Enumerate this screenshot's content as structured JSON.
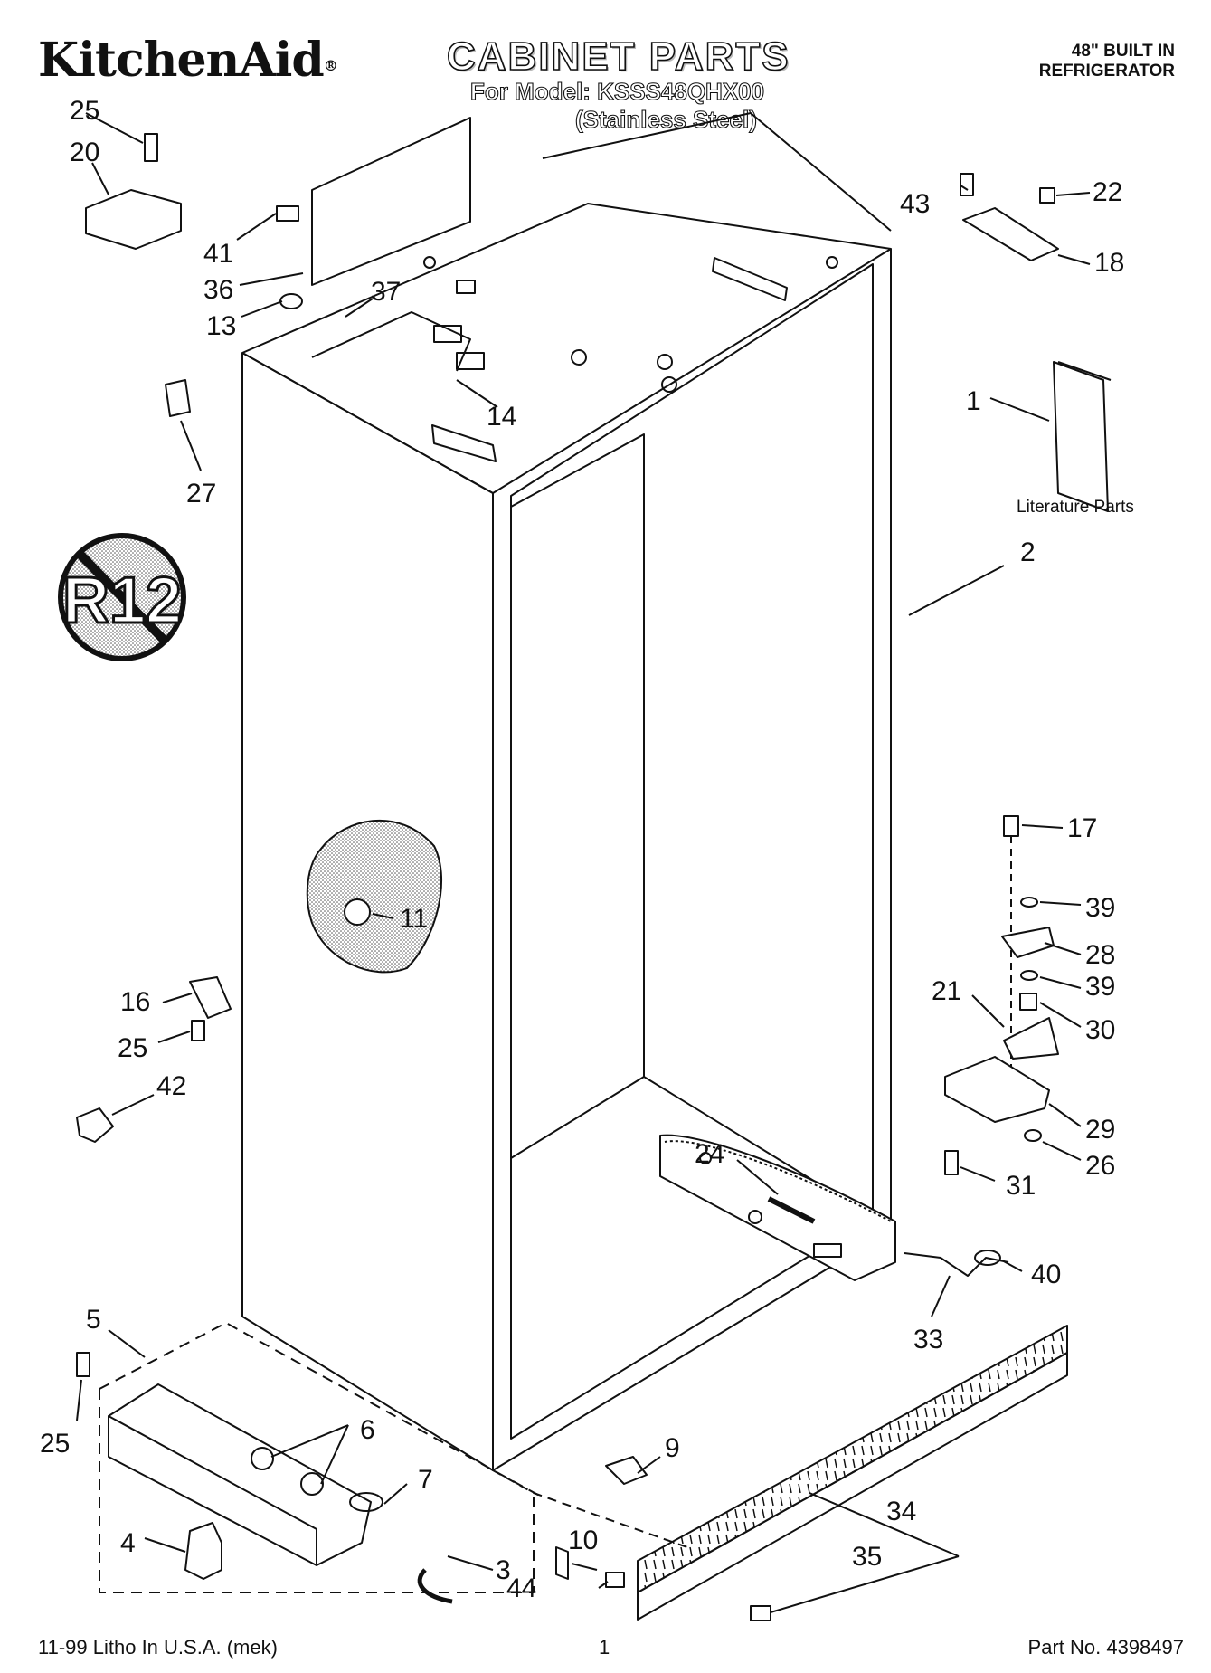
{
  "header": {
    "brand": "KitchenAid",
    "brand_mark": "®",
    "title": "CABINET PARTS",
    "model": "For Model: KSSS48QHX00",
    "variant": "(Stainless Steel)",
    "product_line1": "48\" BUILT IN",
    "product_line2": "REFRIGERATOR"
  },
  "footer": {
    "left": "11-99 Litho In U.S.A. (mek)",
    "page": "1",
    "part_no": "Part No. 4398497"
  },
  "literature_label": "Literature Parts",
  "badge_text": "R12",
  "callouts": {
    "c1": "1",
    "c2": "2",
    "c3": "3",
    "c4": "4",
    "c5": "5",
    "c6": "6",
    "c7": "7",
    "c9": "9",
    "c10": "10",
    "c11": "11",
    "c13": "13",
    "c14": "14",
    "c16": "16",
    "c17": "17",
    "c18": "18",
    "c20": "20",
    "c21": "21",
    "c22": "22",
    "c24": "24",
    "c25a": "25",
    "c25b": "25",
    "c25c": "25",
    "c26": "26",
    "c27": "27",
    "c28": "28",
    "c29": "29",
    "c30": "30",
    "c31": "31",
    "c33": "33",
    "c34": "34",
    "c35": "35",
    "c36": "36",
    "c37": "37",
    "c39a": "39",
    "c39b": "39",
    "c40": "40",
    "c41": "41",
    "c42": "42",
    "c43": "43",
    "c44": "44"
  }
}
